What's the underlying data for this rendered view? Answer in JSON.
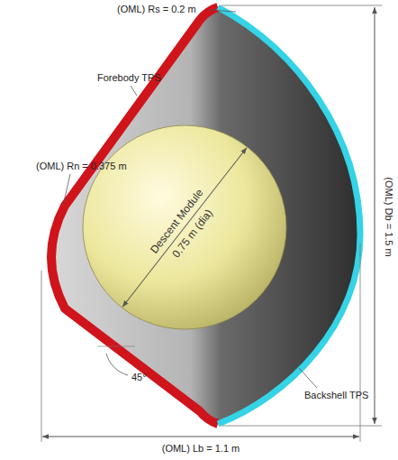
{
  "diagram": {
    "nodes": [
      {
        "text": [
          "Descent Module",
          "0.75 m (dia)"
        ]
      }
    ],
    "labels": [
      "(OML) Rs = 0.2 m",
      "Forebody TPS",
      "(OML) Rn = 0.375 m",
      "45°",
      "(OML) Db = 1.5 m",
      "Backshell TPS",
      "(OML) Lb = 1.1 m"
    ]
  }
}
